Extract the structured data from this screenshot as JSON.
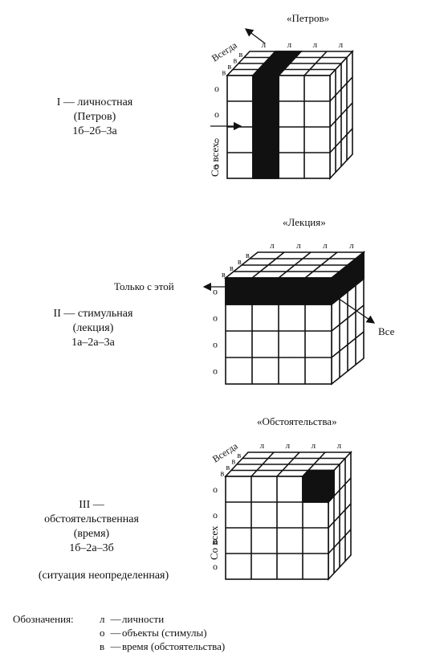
{
  "diagrams": [
    {
      "id": "personal",
      "title": "«Петров»",
      "left_axis": "Со всех",
      "top_axis": "Всегда",
      "side_label": "",
      "caption": [
        "I — личностная",
        "(Петров)",
        "1б–2б–3а"
      ],
      "note": "",
      "cell_letters": {
        "l": "л",
        "o": "о",
        "v": "в"
      }
    },
    {
      "id": "stimulus",
      "title": "«Лекция»",
      "left_axis": "Только с этой",
      "top_axis": "",
      "side_label": "Все",
      "caption": [
        "II — стимульная",
        "(лекция)",
        "1а–2а–3а"
      ],
      "note": "",
      "cell_letters": {
        "l": "л",
        "o": "о",
        "v": "в"
      }
    },
    {
      "id": "circumstance",
      "title": "«Обстоятельства»",
      "left_axis": "Со всех",
      "top_axis": "Всегда",
      "side_label": "",
      "caption": [
        "III —",
        "обстоятельственная",
        "(время)",
        "1б–2а–3б"
      ],
      "note": "(ситуация неопределенная)",
      "cell_letters": {
        "l": "л",
        "o": "о",
        "v": "в"
      }
    }
  ],
  "legend": {
    "heading": "Обозначения:",
    "items": [
      {
        "symbol": "л",
        "text": "личности"
      },
      {
        "symbol": "о",
        "text": "объекты (стимулы)"
      },
      {
        "symbol": "в",
        "text": "время (обстоятельства)"
      }
    ]
  }
}
